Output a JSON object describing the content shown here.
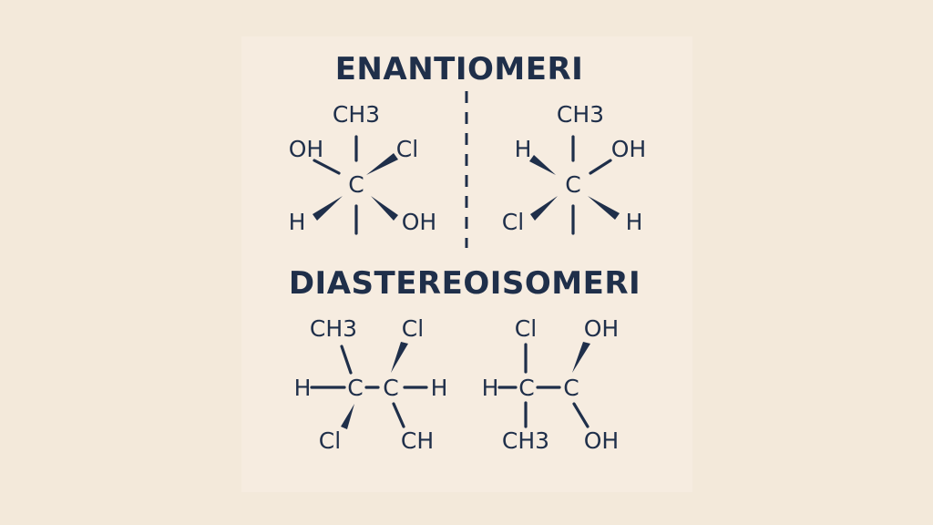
{
  "titles": {
    "top": "ENANTIOMERI",
    "bottom": "DIASTEREOISOMERI"
  },
  "colors": {
    "background": "#f3e9da",
    "panel": "#f6ece0",
    "ink": "#1f2f4a"
  },
  "enantiomer_left": {
    "top": "CH3",
    "upper_left": "OH",
    "upper_right": "Cl",
    "center": "C",
    "lower_left": "H",
    "lower_right": "OH"
  },
  "enantiomer_right": {
    "top": "CH3",
    "upper_left": "H",
    "upper_right": "OH",
    "center": "C",
    "lower_left": "Cl",
    "lower_right": "H"
  },
  "diastereomer_left": {
    "top_left": "CH3",
    "top_right": "Cl",
    "left": "H",
    "c1": "C",
    "c2": "C",
    "right": "H",
    "bottom_left": "Cl",
    "bottom_right": "CH"
  },
  "diastereomer_right": {
    "top_left": "Cl",
    "top_right": "OH",
    "left": "H",
    "c1": "C",
    "c2": "C",
    "bottom_left": "CH3",
    "bottom_right": "OH"
  }
}
